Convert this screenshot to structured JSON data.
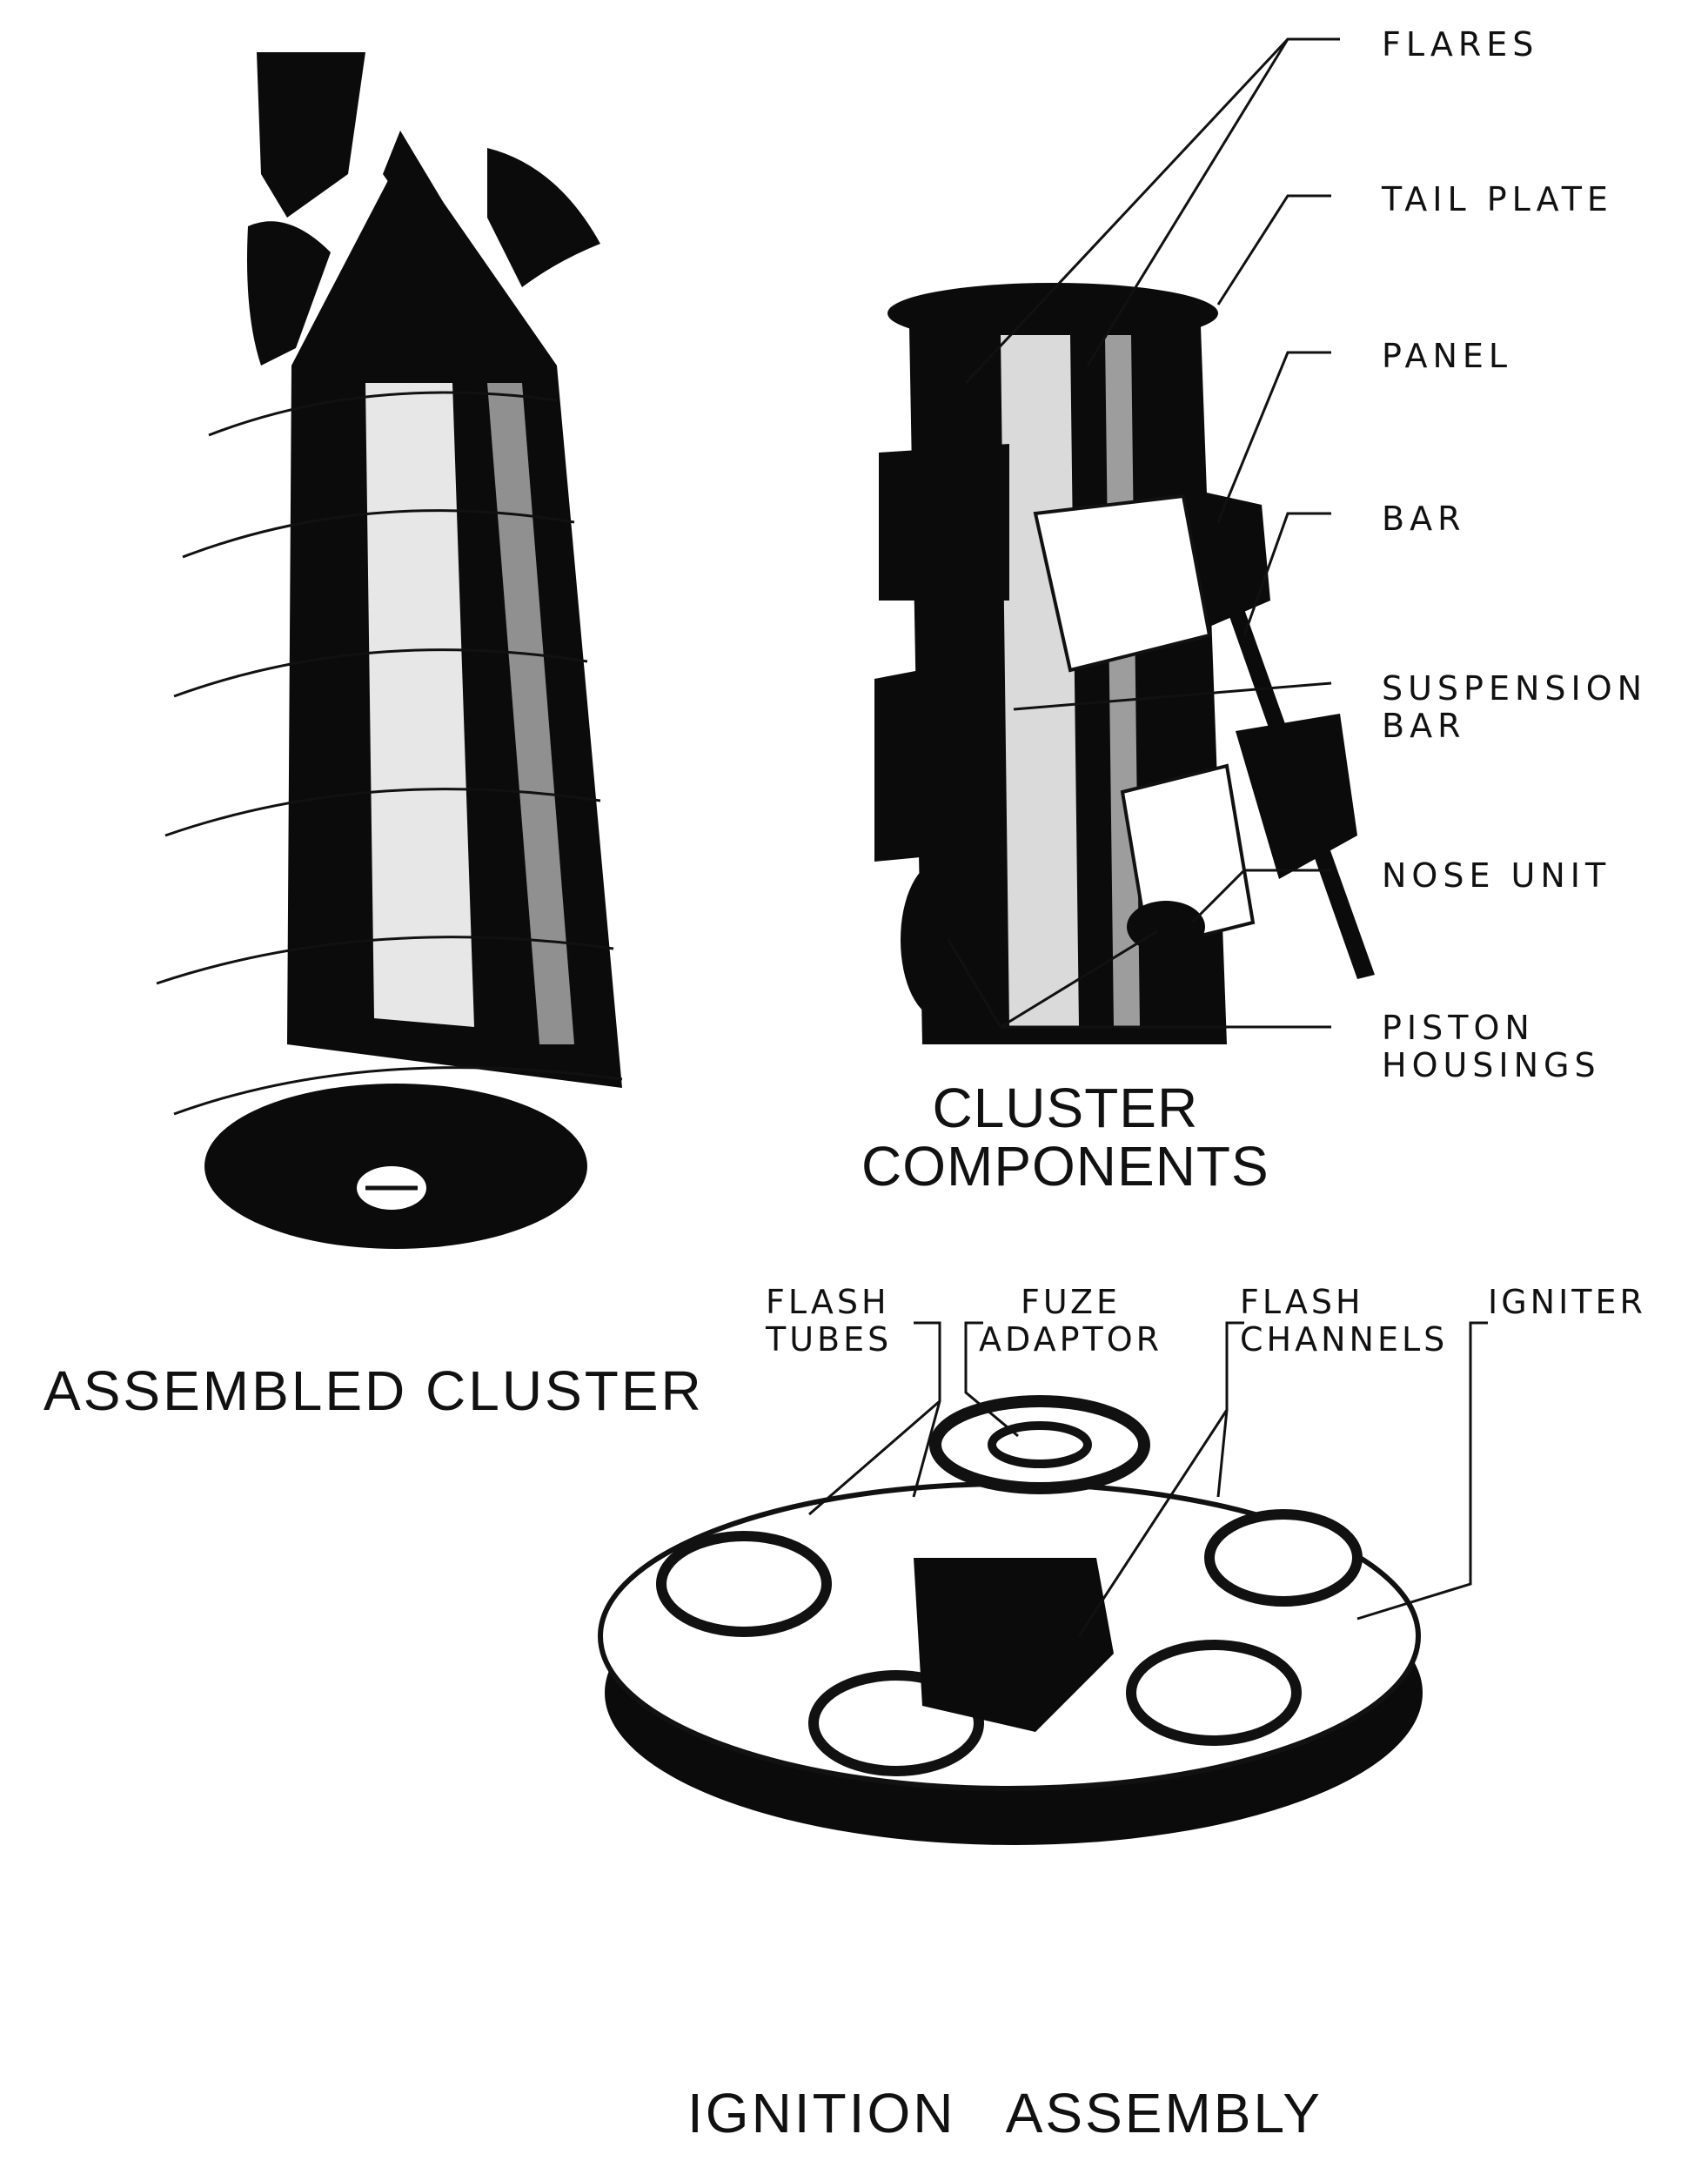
{
  "figure": {
    "captions": {
      "assembled": "ASSEMBLED CLUSTER",
      "components": "CLUSTER\nCOMPONENTS",
      "ignition": "IGNITION ASSEMBLY"
    },
    "component_labels": {
      "flares": "FLARES",
      "tail_plate": "TAIL PLATE",
      "panel": "PANEL",
      "bar": "BAR",
      "suspension_bar": "SUSPENSION\nBAR",
      "nose_unit": "NOSE UNIT",
      "piston_housings": "PISTON\nHOUSINGS"
    },
    "ignition_labels": {
      "flash_tubes": "FLASH\nTUBES",
      "fuze_adaptor": "FUZE\nADAPTOR",
      "flash_channels": "FLASH\nCHANNELS",
      "igniter": "IGNITER"
    }
  }
}
